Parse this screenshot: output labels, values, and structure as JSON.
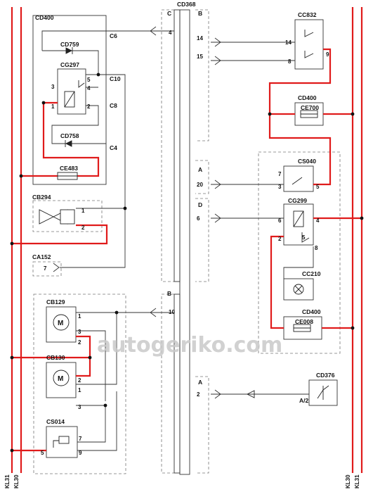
{
  "watermark": "autogeriko.com",
  "rails": {
    "left": [
      "KL31",
      "KL30"
    ],
    "right": [
      "KL30",
      "KL31"
    ]
  },
  "connector_central": {
    "name": "CD368",
    "section_c": "C",
    "section_b": "B"
  },
  "components": {
    "cd400_top": "CD400",
    "cd759": "CD759",
    "cg297": "CG297",
    "cd758": "CD758",
    "ce483": "CE483",
    "cb294": "CB294",
    "ca152": "CA152",
    "cc832": "CC832",
    "cd400_right": "CD400",
    "ce700": "CE700",
    "cs040": "CS040",
    "cg299": "CG299",
    "cc210": "CC210",
    "cd400_bottom": "CD400",
    "ce008": "CE008",
    "cb129": "CB129",
    "cb130": "CB130",
    "cs014": "CS014",
    "cd376": "CD376",
    "motor_symbol": "M"
  },
  "connector_labels": {
    "c6": "C6",
    "c10": "C10",
    "c8": "C8",
    "c4": "C4",
    "sec_a1": "A",
    "sec_d": "D",
    "sec_b2": "B",
    "sec_a2": "A",
    "a2": "A/2"
  },
  "pins": {
    "p4c": "4",
    "p14": "14",
    "p15": "15",
    "p14b": "14",
    "p9": "9",
    "p8": "8",
    "cg297_3": "3",
    "cg297_5": "5",
    "cg297_4": "4",
    "cg297_1": "1",
    "cg297_2": "2",
    "cb294_1": "1",
    "cb294_2": "2",
    "ca152_7": "7",
    "p20": "20",
    "cs040_7": "7",
    "cs040_3": "3",
    "cs040_5": "5",
    "p6": "6",
    "cg299_6": "6",
    "cg299_4": "4",
    "cg299_2": "2",
    "cg299_5": "5",
    "cg299_8": "8",
    "p10": "10",
    "cb129_1": "1",
    "cb129_3": "3",
    "cb129_2": "2",
    "cb130_2": "2",
    "cb130_1": "1",
    "cb130_3": "3",
    "cs014_7": "7",
    "cs014_5": "5",
    "cs014_9": "9",
    "p2": "2"
  }
}
